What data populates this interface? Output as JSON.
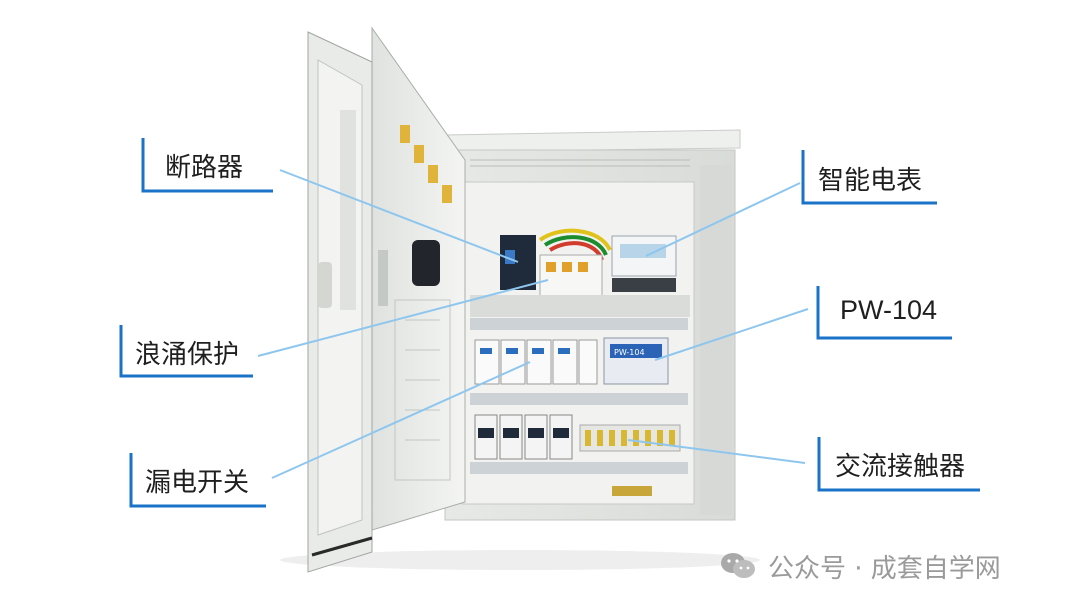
{
  "callouts": {
    "breaker": "断路器",
    "smart_meter": "智能电表",
    "surge_protection": "浪涌保护",
    "pw104": "PW-104",
    "leakage_switch": "漏电开关",
    "ac_contactor": "交流接触器"
  },
  "panel_text": {
    "pw104_device": "PW-104"
  },
  "watermark": {
    "text": "公众号 · 成套自学网",
    "icon": "wechat-icon"
  },
  "colors": {
    "accent_blue": "#1a73c8",
    "leader_line": "#8ec6ee",
    "cabinet": "#e9ebe8",
    "watermark_gray": "#9a9a9a"
  }
}
